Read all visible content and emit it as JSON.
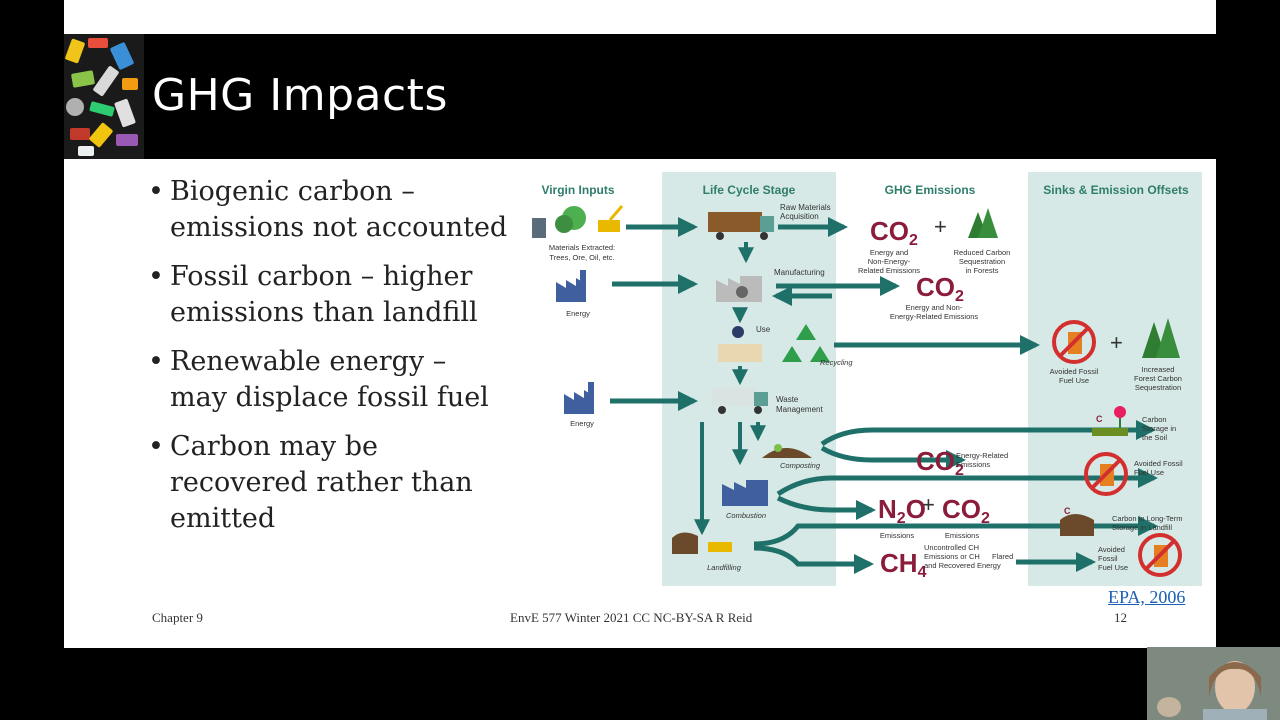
{
  "slide": {
    "title": "GHG Impacts",
    "bullets": [
      "Biogenic carbon – emissions not accounted",
      "Fossil carbon – higher emissions than landfill",
      "Renewable energy – may displace fossil fuel",
      "Carbon may be recovered rather than emitted"
    ],
    "footer_left": "Chapter 9",
    "footer_center": "EnvE 577 Winter 2021 CC NC-BY-SA R Reid",
    "page_number": "12",
    "credit": "EPA, 2006"
  },
  "diagram": {
    "columns": {
      "virgin_inputs": "Virgin Inputs",
      "life_cycle": "Life Cycle Stage",
      "ghg": "GHG Emissions",
      "sinks": "Sinks & Emission Offsets"
    },
    "labels": {
      "materials_extracted": "Materials Extracted:",
      "materials_list": "Trees, Ore, Oil, etc.",
      "energy": "Energy",
      "raw_materials": "Raw Materials",
      "acquisition": "Acquisition",
      "manufacturing": "Manufacturing",
      "use": "Use",
      "recycling": "Recycling",
      "waste": "Waste",
      "management": "Management",
      "composting": "Composting",
      "combustion": "Combustion",
      "landfilling": "Landfilling",
      "co2": "CO",
      "sub2": "2",
      "n2o_n": "N",
      "n2o_o": "O",
      "ch4": "CH",
      "sub4": "4",
      "plus": "+",
      "ghg1_a": "Energy and",
      "ghg1_b": "Non-Energy-",
      "ghg1_c": "Related Emissions",
      "sink1_a": "Reduced Carbon",
      "sink1_b": "Sequestration",
      "sink1_c": "in Forests",
      "ghg2_a": "Energy and Non-",
      "ghg2_b": "Energy-Related Emissions",
      "avoided_a": "Avoided Fossil",
      "avoided_b": "Fuel Use",
      "forest_a": "Increased",
      "forest_b": "Forest Carbon",
      "forest_c": "Sequestration",
      "soil_a": "Carbon",
      "soil_b": "Storage in",
      "soil_c": "the Soil",
      "energy_related_a": "Energy-Related",
      "energy_related_b": "Emissions",
      "avoided2_a": "Avoided Fossil",
      "avoided2_b": "Fuel Use",
      "emissions": "Emissions",
      "ltstorage_a": "Carbon in Long-Term",
      "ltstorage_b": "Storage in Landfill",
      "ch4_a": "Uncontrolled CH",
      "ch4_b": "Emissions or CH",
      "ch4_c": "Flared",
      "ch4_d": "and Recovered Energy",
      "avoided3_a": "Avoided",
      "avoided3_b": "Fossil",
      "avoided3_c": "Fuel Use",
      "c": "C"
    }
  },
  "colors": {
    "teal": "#1e7069",
    "maroon": "#8b1d3b",
    "column_bg": "#d6e9e6",
    "header_green": "#2f7d6b"
  }
}
